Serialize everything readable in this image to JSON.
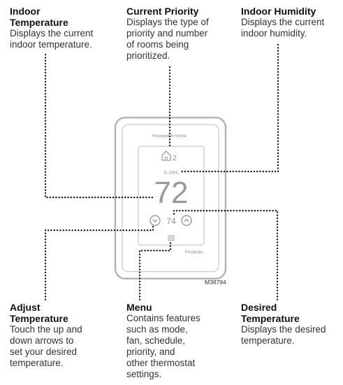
{
  "callouts": {
    "indoor_temperature": {
      "title": "Indoor\nTemperature",
      "desc": "Displays the current\nindoor temperature."
    },
    "current_priority": {
      "title": "Current Priority",
      "desc": "Displays the type of\npriority and number\nof rooms being\nprioritized."
    },
    "indoor_humidity": {
      "title": "Indoor Humidity",
      "desc": "Displays the current\nindoor humidity."
    },
    "adjust_temperature": {
      "title": "Adjust\nTemperature",
      "desc": "Touch the up and\ndown arrows to\nset your desired\ntemperature."
    },
    "menu": {
      "title": "Menu",
      "desc": "Contains features\nsuch as mode,\nfan, schedule,\npriority, and\nother thermostat\nsettings."
    },
    "desired_temperature": {
      "title": "Desired\nTemperature",
      "desc": "Displays the desired\ntemperature."
    }
  },
  "device": {
    "brand": "Honeywell Home",
    "series": "ProSeries",
    "priority_count": "2",
    "humidity": "6-18%",
    "indoor_temp": "72",
    "setpoint": "74",
    "figure_id": "M38794"
  },
  "colors": {
    "line": "#1a1a1a",
    "device_stroke": "#b5b5b5",
    "screen_text": "#8a8a8a"
  }
}
